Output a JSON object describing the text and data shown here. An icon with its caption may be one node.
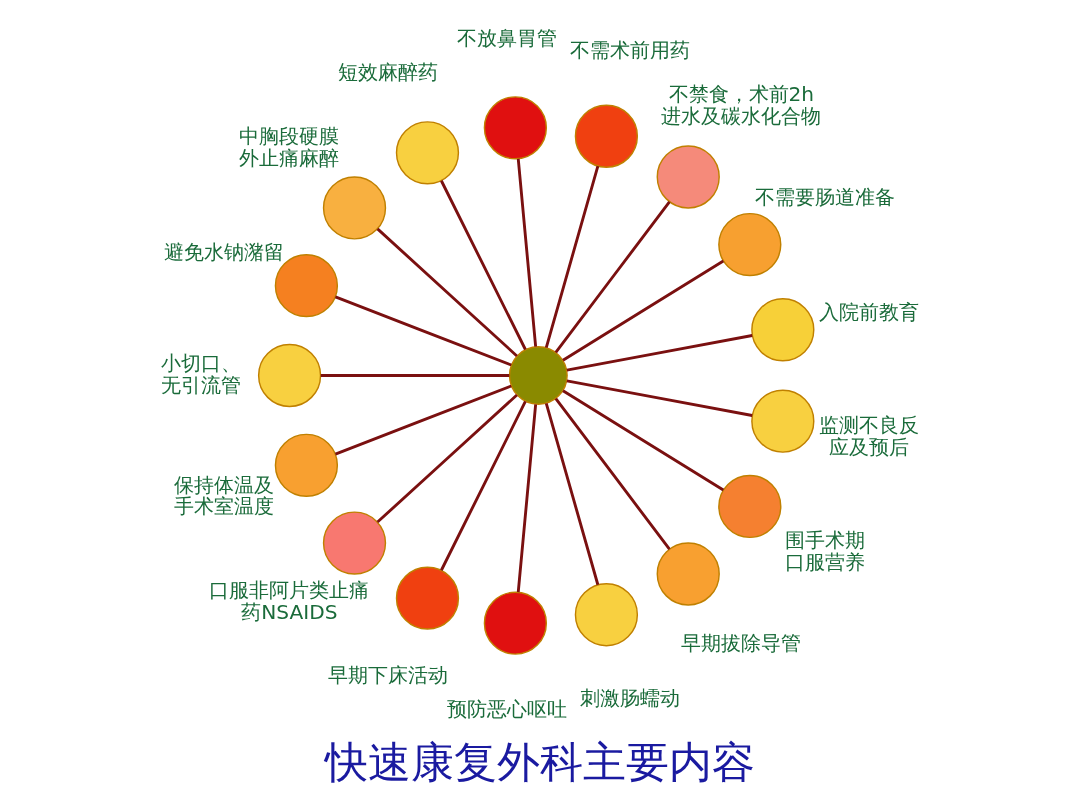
{
  "diagram": {
    "title": "快速康复外科主要内容",
    "nodes": [
      {
        "text": [],
        "shape": "circle"
      },
      {
        "text": [],
        "shape": "circle",
        "beside": [
          "入院前教育"
        ]
      },
      {
        "text": [],
        "shape": "circle",
        "beside": [
          "不需要肠道准备"
        ]
      },
      {
        "text": [],
        "shape": "circle",
        "beside": [
          "不禁食，术前2h进水及碳水化合物"
        ]
      },
      {
        "text": [],
        "shape": "circle",
        "beside": [
          "不需术前用药"
        ]
      },
      {
        "text": [],
        "shape": "circle",
        "beside": [
          "不放鼻胃管"
        ]
      },
      {
        "text": [],
        "shape": "circle",
        "beside": [
          "短效麻醉药"
        ]
      },
      {
        "text": [],
        "shape": "circle",
        "beside": [
          "中胸段硬膜外止痛麻醉"
        ]
      },
      {
        "text": [],
        "shape": "circle",
        "beside": [
          "避免水钠潴留"
        ]
      },
      {
        "text": [],
        "shape": "circle",
        "beside": [
          "小切口、无引流管"
        ]
      },
      {
        "text": [],
        "shape": "circle",
        "beside": [
          "保持体温及手术室温度"
        ]
      },
      {
        "text": [],
        "shape": "circle",
        "beside": [
          "口服非阿片类止痛药NSAIDS"
        ]
      },
      {
        "text": [],
        "shape": "circle",
        "beside": [
          "早期下床活动"
        ]
      },
      {
        "text": [],
        "shape": "circle",
        "beside": [
          "预防恶心呕吐"
        ]
      },
      {
        "text": [],
        "shape": "circle",
        "beside": [
          "刺激肠蠕动"
        ]
      },
      {
        "text": [],
        "shape": "circle",
        "beside": [
          "早期拔除导管"
        ]
      },
      {
        "text": [],
        "shape": "circle",
        "beside": [
          "围手术期口服营养"
        ]
      },
      {
        "text": [],
        "shape": "circle",
        "beside": [
          "监测不良反应及预后"
        ]
      }
    ],
    "edges": [
      {
        "from": 0,
        "to": 1,
        "arrow": "none"
      },
      {
        "from": 0,
        "to": 2,
        "arrow": "none"
      },
      {
        "from": 0,
        "to": 3,
        "arrow": "none"
      },
      {
        "from": 0,
        "to": 4,
        "arrow": "none"
      },
      {
        "from": 0,
        "to": 5,
        "arrow": "none"
      },
      {
        "from": 0,
        "to": 6,
        "arrow": "none"
      },
      {
        "from": 0,
        "to": 7,
        "arrow": "none"
      },
      {
        "from": 0,
        "to": 8,
        "arrow": "none"
      },
      {
        "from": 0,
        "to": 9,
        "arrow": "none"
      },
      {
        "from": 0,
        "to": 10,
        "arrow": "none"
      },
      {
        "from": 0,
        "to": 11,
        "arrow": "none"
      },
      {
        "from": 0,
        "to": 12,
        "arrow": "none"
      },
      {
        "from": 0,
        "to": 13,
        "arrow": "none"
      },
      {
        "from": 0,
        "to": 14,
        "arrow": "none"
      },
      {
        "from": 0,
        "to": 15,
        "arrow": "none"
      },
      {
        "from": 0,
        "to": 16,
        "arrow": "none"
      },
      {
        "from": 0,
        "to": 17,
        "arrow": "none"
      }
    ]
  }
}
